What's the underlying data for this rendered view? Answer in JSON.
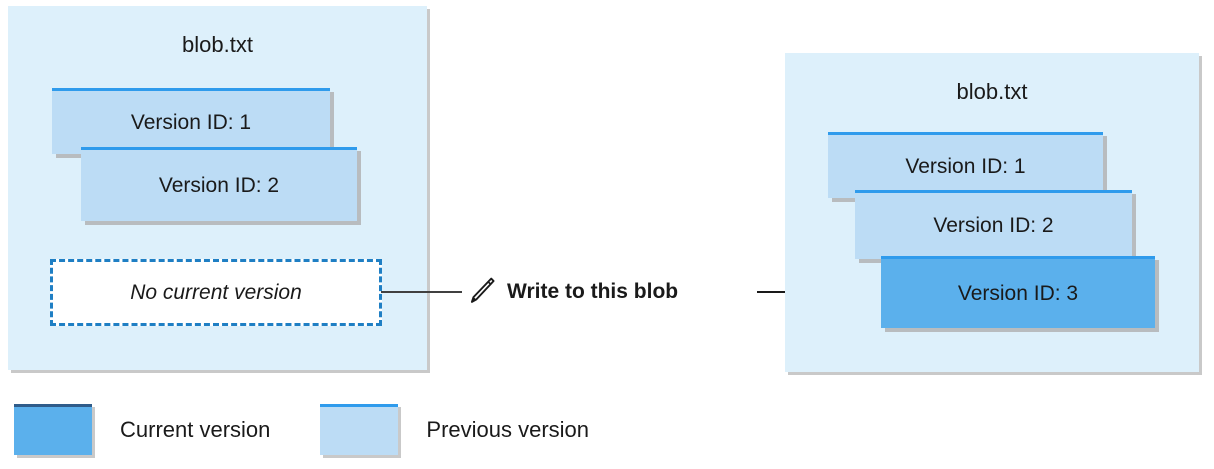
{
  "diagram": {
    "title_left": "blob.txt",
    "title_right": "blob.txt"
  },
  "left_panel": {
    "blob_name": "blob.txt",
    "versions": [
      {
        "label": "Version ID: 1",
        "state": "previous"
      },
      {
        "label": "Version ID: 2",
        "state": "previous"
      }
    ],
    "current_version_placeholder": "No current version"
  },
  "action": {
    "icon": "pencil-icon",
    "label": "Write to this blob"
  },
  "right_panel": {
    "blob_name": "blob.txt",
    "versions": [
      {
        "label": "Version ID: 1",
        "state": "previous"
      },
      {
        "label": "Version ID: 2",
        "state": "previous"
      },
      {
        "label": "Version ID: 3",
        "state": "current"
      }
    ]
  },
  "legend": {
    "items": [
      {
        "label": "Current version",
        "color": "#5bb0ec"
      },
      {
        "label": "Previous version",
        "color": "#bcdcf5"
      }
    ]
  },
  "colors": {
    "panel_background": "#ddf0fb",
    "previous_version": "#bcdcf5",
    "current_version": "#5bb0ec",
    "accent_border": "#2f9bec",
    "dashed_border": "#1f7fc4",
    "connector": "#404040",
    "shadow": "#b8bcbf"
  }
}
